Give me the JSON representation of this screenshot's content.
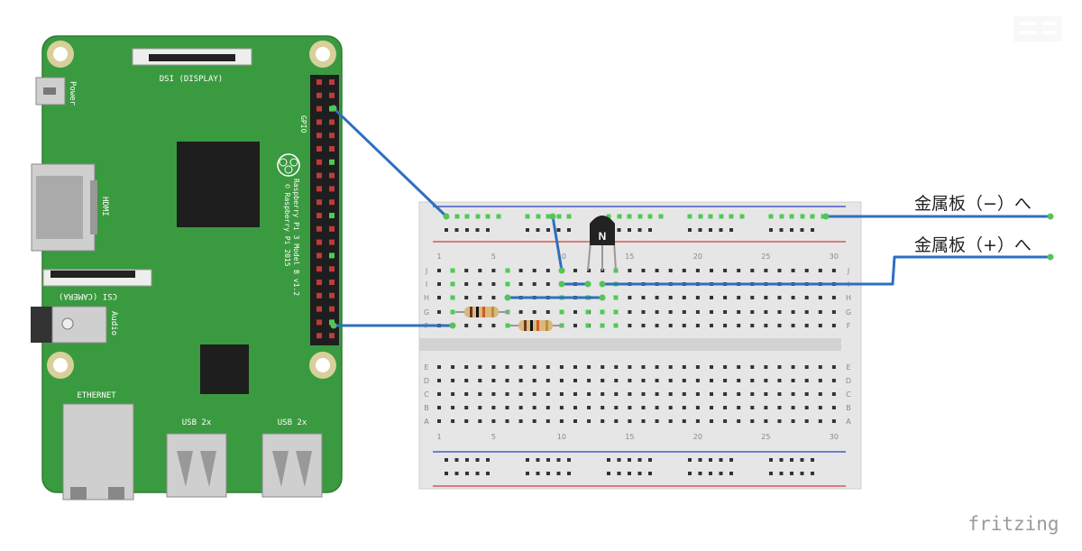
{
  "pi": {
    "power": "Power",
    "dsi": "DSI (DISPLAY)",
    "hdmi": "HDMI",
    "csi": "CSI (CAMERA)",
    "audio": "Audio",
    "ethernet": "ETHERNET",
    "usb1": "USB 2x",
    "usb2": "USB 2x",
    "gpio": "GPIO",
    "model_line1": "Raspberry Pi 3 Model B v1.2",
    "model_line2": "© Raspberry Pi 2015"
  },
  "breadboard": {
    "col_numbers": [
      "1",
      "5",
      "10",
      "15",
      "20",
      "25",
      "30"
    ],
    "rows_top": [
      "J",
      "I",
      "H",
      "G",
      "F"
    ],
    "rows_bottom": [
      "E",
      "D",
      "C",
      "B",
      "A"
    ]
  },
  "transistor": {
    "label": "N"
  },
  "labels": {
    "metal_minus": "金属板（−）へ",
    "metal_plus": "金属板（+）へ"
  },
  "logo": "fritzing",
  "colors": {
    "board": "#3a9a3f",
    "wire": "#2e6fbf",
    "rail_red": "#d23a3a",
    "rail_blue": "#2b3fbf"
  }
}
